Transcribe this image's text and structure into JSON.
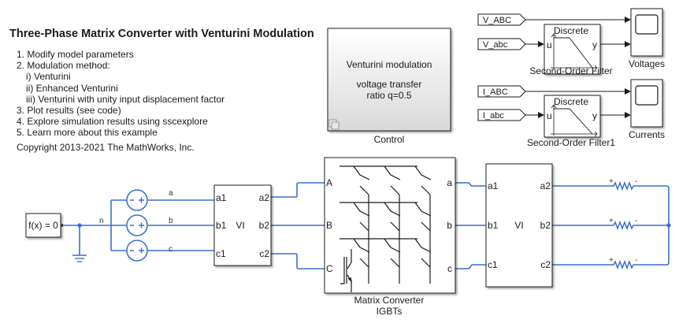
{
  "title": "Three-Phase Matrix Converter with Venturini Modulation",
  "steps": [
    {
      "text": "1. Modify model parameters",
      "indent": false
    },
    {
      "text": "2. Modulation method:",
      "indent": false
    },
    {
      "text": "i) Venturini",
      "indent": true
    },
    {
      "text": "ii) Enhanced Venturini",
      "indent": true
    },
    {
      "text": "iii) Venturini with unity input displacement factor",
      "indent": true
    },
    {
      "text": "3. Plot results (see code)",
      "indent": false
    },
    {
      "text": "4. Explore simulation results using sscexplore",
      "indent": false
    },
    {
      "text": "5. Learn more about this example",
      "indent": false
    }
  ],
  "copyright": "Copyright 2013-2021 The MathWorks, Inc.",
  "control": {
    "line1": "Venturini modulation",
    "line2": "voltage transfer",
    "line3": "ratio q=0.5",
    "label": "Control"
  },
  "voltages": {
    "tag_ABC": "V_ABC",
    "tag_abc": "V_abc",
    "filter_title": "Discrete",
    "filter_in": "u",
    "filter_out": "y",
    "filter_label": "Second-Order Filter",
    "scope_label": "Voltages"
  },
  "currents": {
    "tag_ABC": "I_ABC",
    "tag_abc": "I_abc",
    "filter_title": "Discrete",
    "filter_in": "u",
    "filter_out": "y",
    "filter_label": "Second-Order Filter1",
    "scope_label": "Currents"
  },
  "solver": {
    "label": "f(x) = 0"
  },
  "sources": {
    "node_label": "n",
    "phases": [
      "a",
      "b",
      "c"
    ]
  },
  "vi1": {
    "ports_left": [
      "a1",
      "b1",
      "c1"
    ],
    "ports_right": [
      "a2",
      "b2",
      "c2"
    ],
    "center": "VI"
  },
  "matrix": {
    "ports_left": [
      "A",
      "B",
      "C"
    ],
    "ports_right": [
      "a",
      "b",
      "c"
    ],
    "label1": "Matrix Converter",
    "label2": "IGBTs"
  },
  "vi2": {
    "ports_left": [
      "a1",
      "b1",
      "c1"
    ],
    "ports_right": [
      "a2",
      "b2",
      "c2"
    ],
    "center": "VI"
  },
  "loads": {
    "plus": "+",
    "minus": "-"
  },
  "colors": {
    "wire": "#3a6fcf",
    "line": "#1a1a1a"
  }
}
